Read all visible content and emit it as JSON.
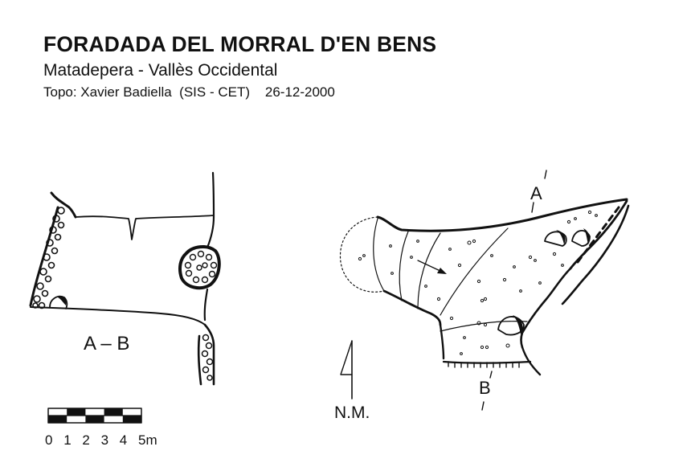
{
  "header": {
    "title": "FORADADA DEL MORRAL D'EN BENS",
    "subtitle": "Matadepera - Vallès Occidental",
    "credit": "Topo: Xavier Badiella  (SIS - CET)    26-12-2000"
  },
  "section_view": {
    "label": "A – B"
  },
  "plan_view": {
    "cut_start_label": "A",
    "cut_end_label": "B",
    "north_label": "N.M."
  },
  "scale_bar": {
    "ticks": [
      "0",
      "1",
      "2",
      "3",
      "4",
      "5m"
    ],
    "segments": 5
  },
  "colors": {
    "ink": "#111111",
    "paper": "#ffffff"
  }
}
